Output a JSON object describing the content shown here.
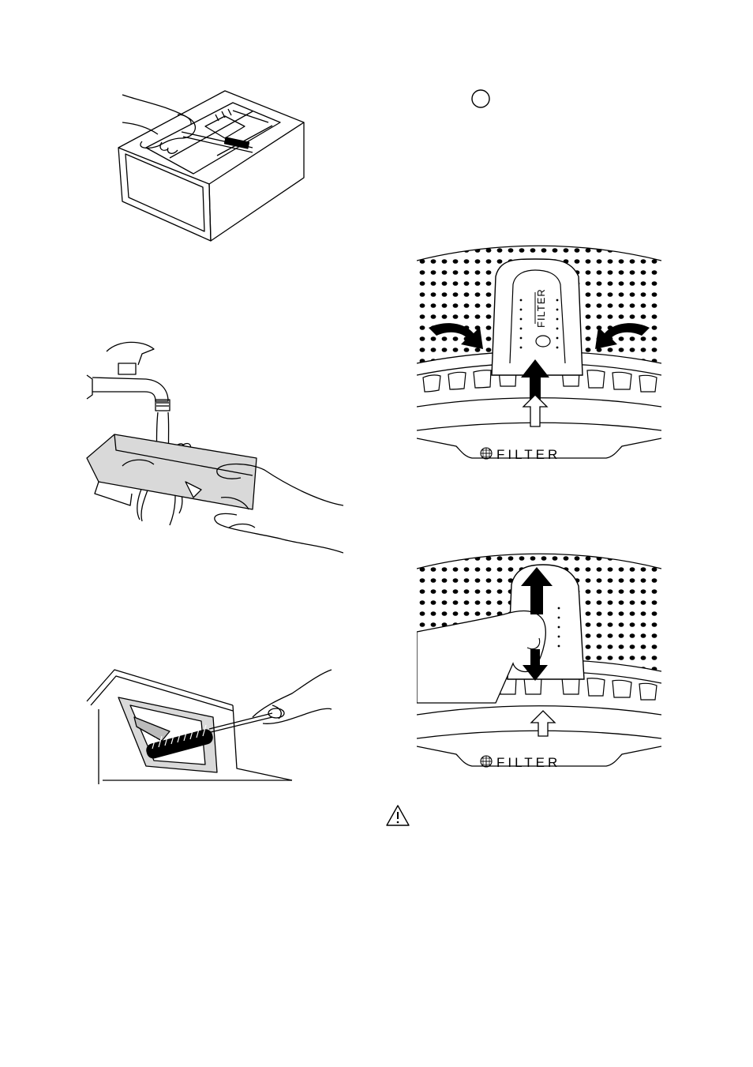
{
  "figures": {
    "drawer_cleaning": {
      "illustration": "drawer-brush-illustration"
    },
    "insert_rinsing": {
      "illustration": "tap-rinse-illustration"
    },
    "recess_brushing": {
      "illustration": "recess-brush-illustration"
    },
    "filter_rotate": {
      "label": "FILTER",
      "tab_label": "FILTER",
      "icon": "grid-globe-icon"
    },
    "filter_pull": {
      "label": "FILTER",
      "icon": "grid-globe-icon"
    }
  },
  "markers": {
    "step_circle": {
      "icon": "circle-marker-icon"
    },
    "warning": {
      "icon": "warning-triangle-icon"
    }
  }
}
